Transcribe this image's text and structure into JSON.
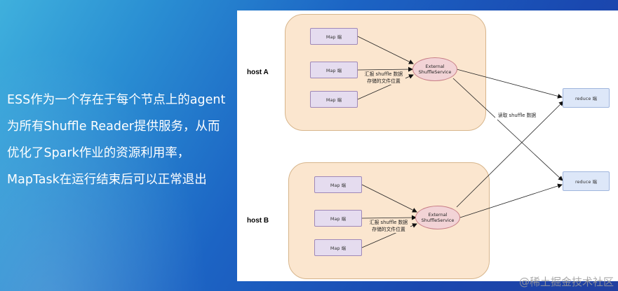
{
  "caption_lines": [
    "ESS作为一个存在于每个节点上的agent",
    "为所有Shuffle Reader提供服务，从而",
    "优化了Spark作业的资源利用率，",
    "MapTask在运行结束后可以正常退出"
  ],
  "diagram": {
    "host_a": {
      "label": "host A",
      "maps": [
        "Map 端",
        "Map 端",
        "Map 端"
      ],
      "ess_line1": "External",
      "ess_line2": "ShuffleService",
      "report_line1": "汇报 shuffle 数据",
      "report_line2": "存储的文件位置"
    },
    "host_b": {
      "label": "host B",
      "maps": [
        "Map 端",
        "Map 端",
        "Map 端"
      ],
      "ess_line1": "External",
      "ess_line2": "ShuffleService",
      "report_line1": "汇报 shuffle 数据",
      "report_line2": "存储的文件位置"
    },
    "read_label": "读取 shuffle 数据",
    "reducers": [
      "reduce 端",
      "reduce 端"
    ]
  },
  "watermark": "@稀土掘金技术社区",
  "colors": {
    "host_fill": "#fbe6cf",
    "map_fill": "#e5dcef",
    "ess_fill": "#f2d3d6",
    "reduce_fill": "#dde7f8"
  }
}
